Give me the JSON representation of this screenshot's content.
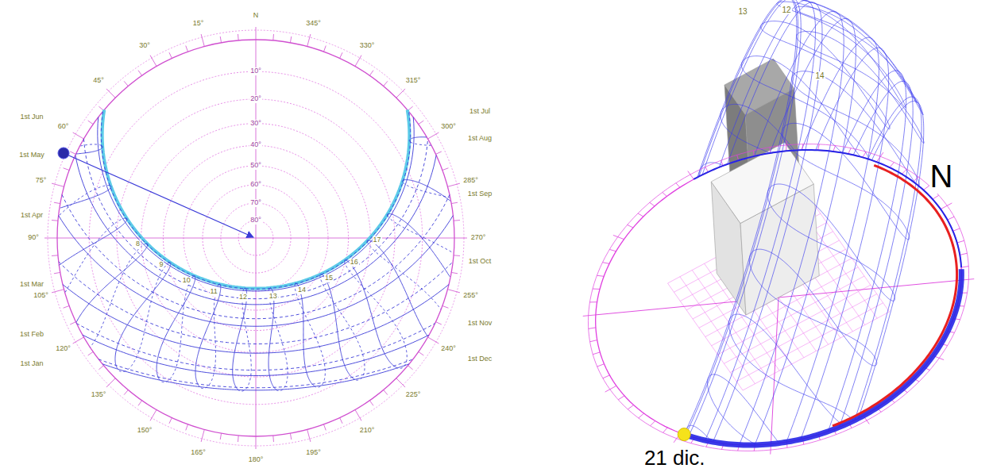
{
  "diagram": {
    "labels": [
      "N",
      "15°",
      "30°",
      "45°",
      "60°",
      "75°",
      "90°",
      "105°",
      "120°",
      "135°",
      "150°",
      "165°",
      "180°",
      "195°",
      "210°",
      "225°",
      "240°",
      "255°",
      "270°",
      "285°",
      "300°",
      "315°",
      "330°",
      "345°",
      "10°",
      "20°",
      "30°",
      "40°",
      "50°",
      "60°",
      "70°",
      "80°",
      "1st Jan",
      "1st Feb",
      "1st Mar",
      "1st Apr",
      "1st May",
      "1st Jun",
      "1st Jul",
      "1st Aug",
      "1st Sep",
      "1st Oct",
      "1st Nov",
      "1st Dec",
      "8",
      "9",
      "10",
      "11",
      "12",
      "13",
      "14",
      "15",
      "16",
      "17",
      "12",
      "13",
      "14",
      "N",
      "21 dic."
    ]
  }
}
